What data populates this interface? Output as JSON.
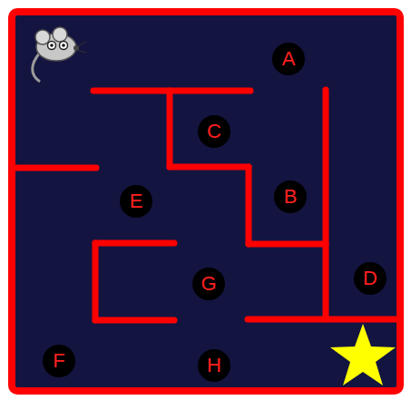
{
  "diagram": {
    "nodes": [
      {
        "text": [
          "A"
        ]
      },
      {
        "text": [
          "C"
        ]
      },
      {
        "text": [
          "E"
        ]
      },
      {
        "text": [
          "B"
        ]
      },
      {
        "text": [
          "G"
        ]
      },
      {
        "text": [
          "D"
        ]
      },
      {
        "text": [
          "F"
        ]
      },
      {
        "text": [
          "H"
        ]
      }
    ]
  }
}
